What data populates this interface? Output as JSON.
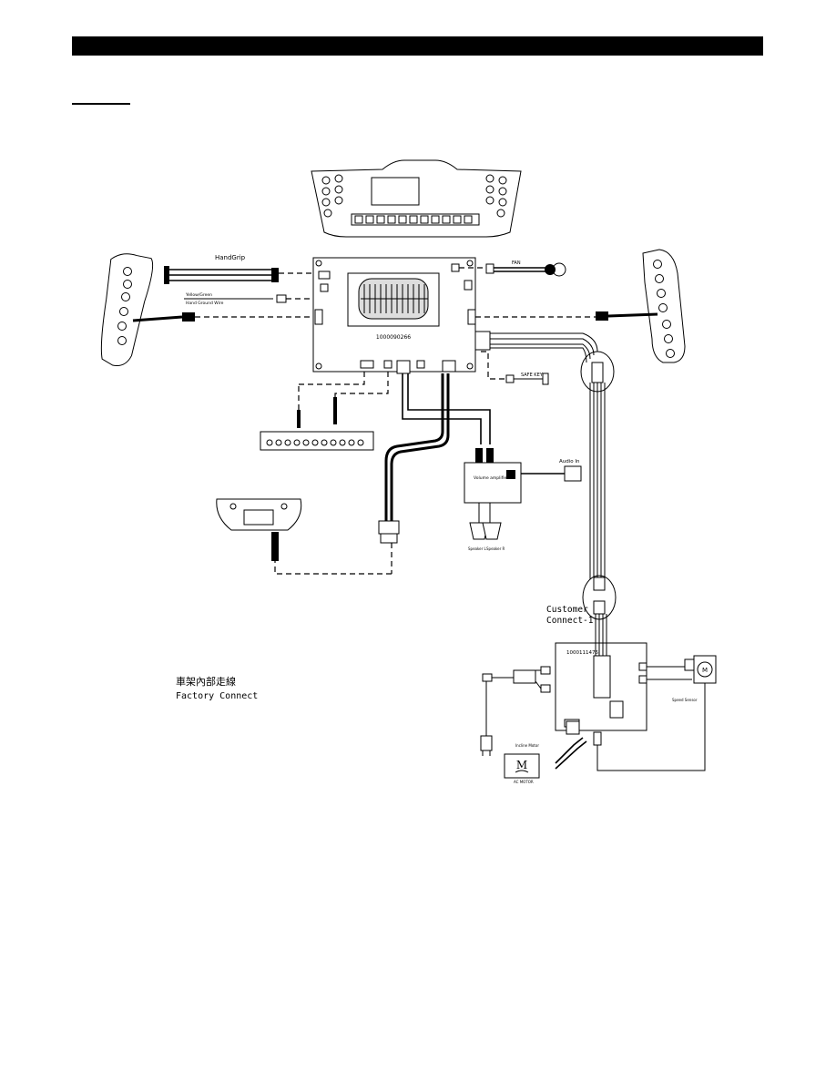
{
  "labels": {
    "console_id": "1000090266",
    "handgrip": "HandGrip",
    "yellow_green": "Yellow/Green",
    "ground_wire": "Hand Ground Wire",
    "fan": "FAN",
    "safe_key": "SAFE KEY",
    "audio_in": "Audio In",
    "volume_amplifier": "Volume amplifier",
    "speaker_l": "Speaker L",
    "speaker_r": "Speaker R",
    "customer_connect": "Customer\nConnect-1",
    "factory_connect_cn": "車架內部走線",
    "factory_connect_en": "Factory Connect",
    "lower_board_id": "1000111476",
    "ac_motor": "AC MOTOR",
    "incline_motor": "Incline Motor",
    "speed_sensor": "Speed Sensor"
  }
}
